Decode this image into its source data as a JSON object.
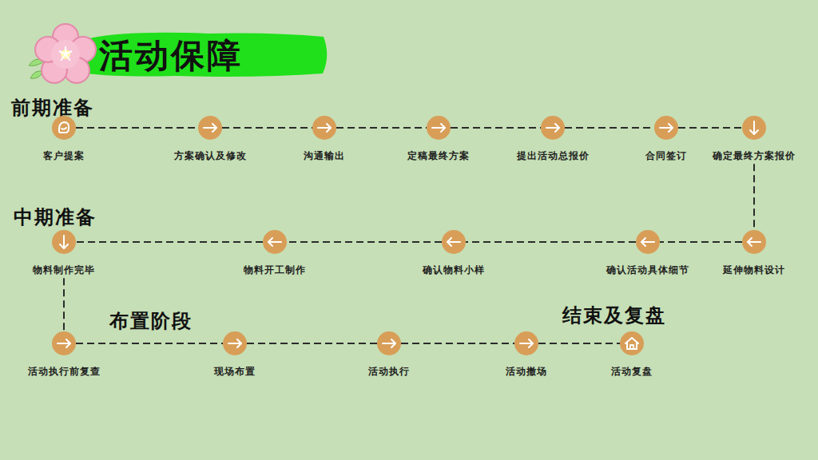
{
  "diagram": {
    "title": "活动保障",
    "nodes": [
      {
        "text": [
          "客户提案"
        ]
      },
      {
        "text": [
          "方案确认及修改"
        ]
      },
      {
        "text": [
          "沟通输出"
        ]
      },
      {
        "text": [
          "定稿最终方案"
        ]
      },
      {
        "text": [
          "提出活动总报价"
        ]
      },
      {
        "text": [
          "合同签订"
        ]
      },
      {
        "text": [
          "确定最终方案报价"
        ]
      },
      {
        "text": [
          "延伸物料设计"
        ]
      },
      {
        "text": [
          "确认活动具体细节"
        ]
      },
      {
        "text": [
          "确认物料小样"
        ]
      },
      {
        "text": [
          "物料开工制作"
        ]
      },
      {
        "text": [
          "物料制作完毕"
        ]
      },
      {
        "text": [
          "活动执行前复查"
        ]
      },
      {
        "text": [
          "现场布置"
        ]
      },
      {
        "text": [
          "活动执行"
        ]
      },
      {
        "text": [
          "活动撤场"
        ]
      },
      {
        "text": [
          "活动复盘"
        ]
      }
    ],
    "edges": [
      {
        "from": 0,
        "to": 1,
        "arrow": "none"
      },
      {
        "from": 1,
        "to": 2,
        "arrow": "none"
      },
      {
        "from": 2,
        "to": 3,
        "arrow": "none"
      },
      {
        "from": 3,
        "to": 4,
        "arrow": "none"
      },
      {
        "from": 4,
        "to": 5,
        "arrow": "none"
      },
      {
        "from": 5,
        "to": 6,
        "arrow": "none"
      },
      {
        "from": 6,
        "to": 7,
        "arrow": "none"
      },
      {
        "from": 7,
        "to": 8,
        "arrow": "none"
      },
      {
        "from": 8,
        "to": 9,
        "arrow": "none"
      },
      {
        "from": 9,
        "to": 10,
        "arrow": "none"
      },
      {
        "from": 10,
        "to": 11,
        "arrow": "none"
      },
      {
        "from": 11,
        "to": 12,
        "arrow": "none"
      },
      {
        "from": 12,
        "to": 13,
        "arrow": "none"
      },
      {
        "from": 13,
        "to": 14,
        "arrow": "none"
      },
      {
        "from": 14,
        "to": 15,
        "arrow": "none"
      },
      {
        "from": 15,
        "to": 16,
        "arrow": "none"
      }
    ],
    "labels": [
      "前期准备",
      "中期准备",
      "布置阶段",
      "结束及复盘"
    ]
  }
}
